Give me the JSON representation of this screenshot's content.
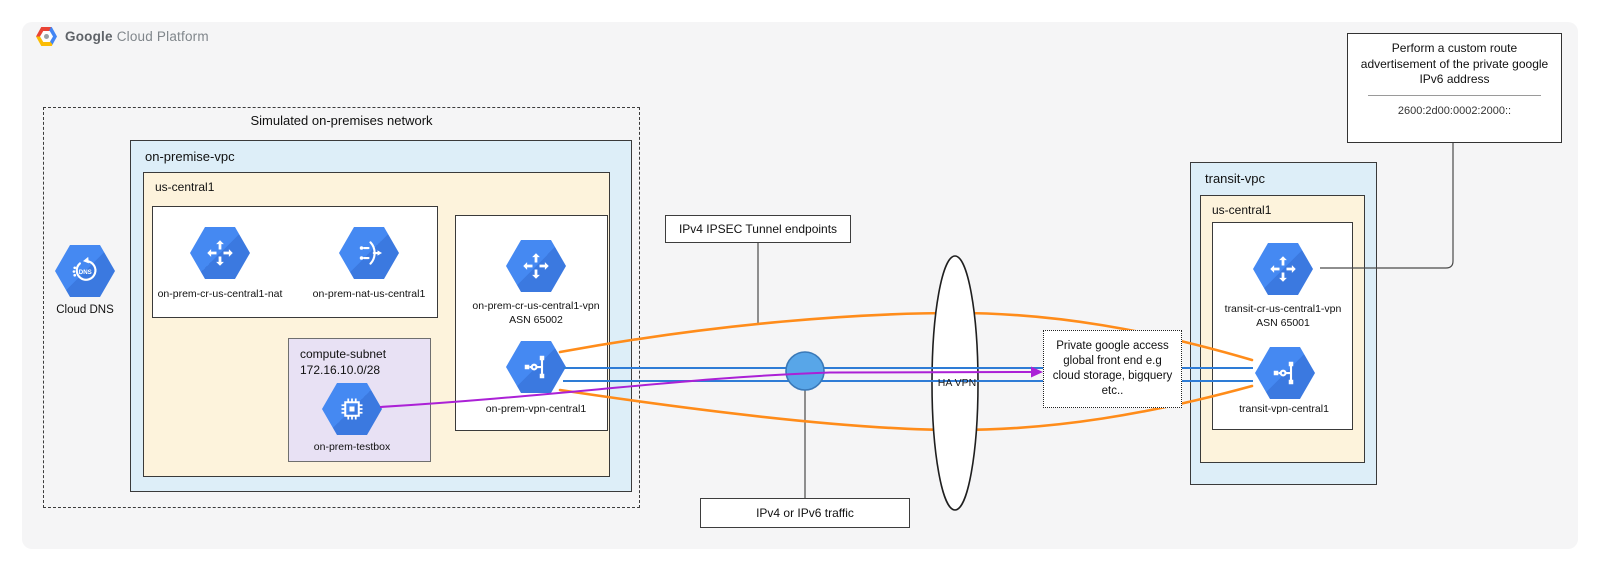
{
  "brand": {
    "name_primary": "Google",
    "name_secondary": "Cloud Platform"
  },
  "onprem": {
    "zone_title": "Simulated on-premises network",
    "vpc_label": "on-premise-vpc",
    "region_label": "us-central1",
    "dns_label": "Cloud DNS",
    "router_nat_label": "on-prem-cr-us-central1-nat",
    "nat_label": "on-prem-nat-us-central1",
    "subnet_name": "compute-subnet",
    "subnet_cidr": "172.16.10.0/28",
    "testbox_label": "on-prem-testbox",
    "router_vpn_label": "on-prem-cr-us-central1-vpn",
    "router_vpn_asn": "ASN 65002",
    "vpn_gateway_label": "on-prem-vpn-central1"
  },
  "middle": {
    "ipsec_endpoints_label": "IPv4 IPSEC Tunnel endpoints",
    "traffic_label": "IPv4 or IPv6 traffic",
    "ha_vpn_label": "HA VPN",
    "private_access_text": "Private google access global front end e.g cloud storage, bigquery etc.."
  },
  "transit": {
    "vpc_label": "transit-vpc",
    "region_label": "us-central1",
    "router_label": "transit-cr-us-central1-vpn",
    "router_asn": "ASN 65001",
    "vpn_gateway_label": "transit-vpn-central1"
  },
  "callout": {
    "text": "Perform a custom route advertisement of the private google IPv6 address",
    "address": "2600:2d00:0002:2000::"
  },
  "colors": {
    "icon_blue": "#4285F4",
    "tunnel_orange": "#FF8C1A",
    "traffic_blue": "#2E7CD6",
    "traffic_purple": "#AB21D6",
    "zone_blue": "#DDEEF8",
    "zone_cream": "#FDF3DC",
    "zone_purple": "#E8E1F4",
    "traffic_node_fill": "#58A6E8"
  }
}
